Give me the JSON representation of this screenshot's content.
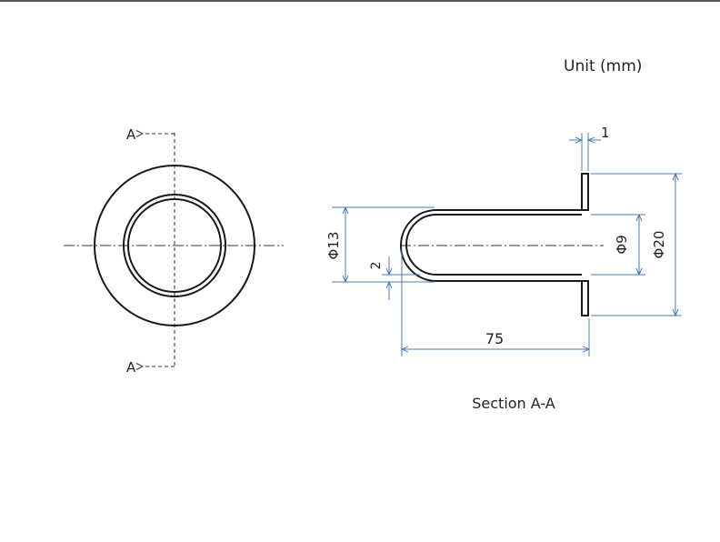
{
  "header": {
    "unit_label": "Unit (mm)"
  },
  "front_view": {
    "section_mark_top": "A",
    "section_mark_bottom": "A"
  },
  "section_view": {
    "caption": "Section A-A",
    "dimensions": {
      "flange_thickness": "1",
      "outer_diameter_tube": "Φ13",
      "inner_diameter": "Φ9",
      "flange_diameter": "Φ20",
      "wall_thickness": "2",
      "length": "75"
    }
  },
  "colors": {
    "outline": "#1a1a1a",
    "dimension": "#4a7bb5",
    "centerline": "#333333"
  }
}
